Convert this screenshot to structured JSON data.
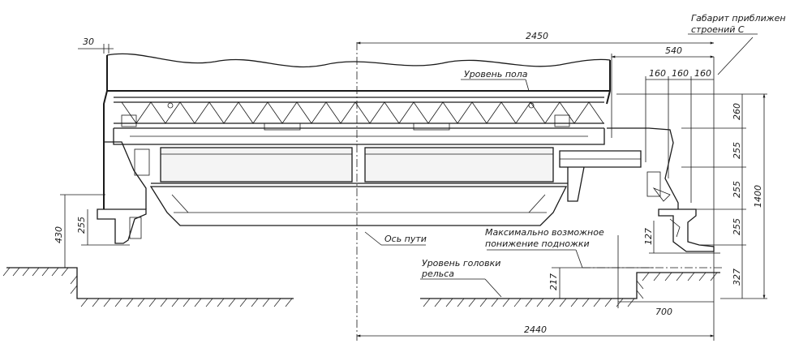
{
  "labels": {
    "clearance_gauge": "Габарит приближения",
    "clearance_gauge_2": "строений С",
    "floor_level": "Уровень пола",
    "track_axis": "Ось пути",
    "max_step_lowering": "Максимально возможное",
    "max_step_lowering_2": "понижение подножки",
    "rail_head_level": "Уровень головки",
    "rail_head_level_2": "рельса"
  },
  "dimensions": {
    "d30": "30",
    "d2450": "2450",
    "d540": "540",
    "d160a": "160",
    "d160b": "160",
    "d160c": "160",
    "d260": "260",
    "d255a": "255",
    "d255b": "255",
    "d255c": "255",
    "d1400": "1400",
    "d127": "127",
    "d327": "327",
    "d217": "217",
    "d255left": "255",
    "d430": "430",
    "d700": "700",
    "d2440": "2440"
  }
}
